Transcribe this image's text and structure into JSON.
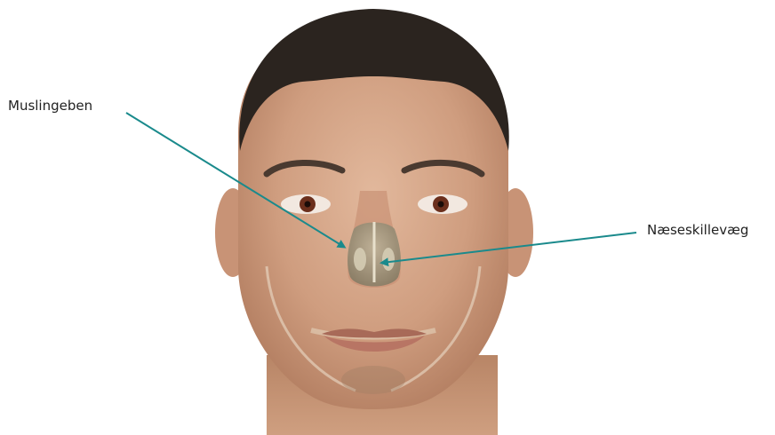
{
  "labels": {
    "turbinate": "Muslingeben",
    "septum": "Næseskillevæg"
  },
  "colors": {
    "leader_line": "#1a8a8c",
    "skin": "#d8a98a",
    "hair": "#2b241f"
  },
  "icons": [
    "head-illustration",
    "nasal-skeleton-illustration",
    "arrow-icon"
  ]
}
